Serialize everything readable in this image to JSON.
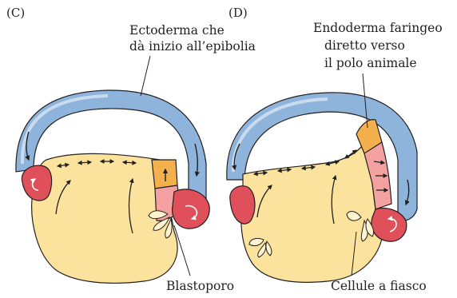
{
  "panels": [
    {
      "id": "C",
      "tag": "(C)",
      "labels": {
        "top_line1": "Ectoderma che",
        "top_line2": "dà inizio all’epibolia",
        "bottom": "Blastoporo"
      }
    },
    {
      "id": "D",
      "tag": "(D)",
      "labels": {
        "top_line1": "Endoderma faringeo",
        "top_line2": "diretto verso",
        "top_line3": "il polo animale",
        "bottom": "Cellule a fiasco"
      }
    }
  ],
  "colors": {
    "ectoderm_blue": "#8fb4dc",
    "yolk_yellow": "#fbe39e",
    "mesoderm_red": "#e0505a",
    "endoderm_pink": "#f4a1a1",
    "pharyngeal_orange": "#f5b04e",
    "bottle_cells": "#fdf3cf",
    "outline": "#231f20"
  }
}
